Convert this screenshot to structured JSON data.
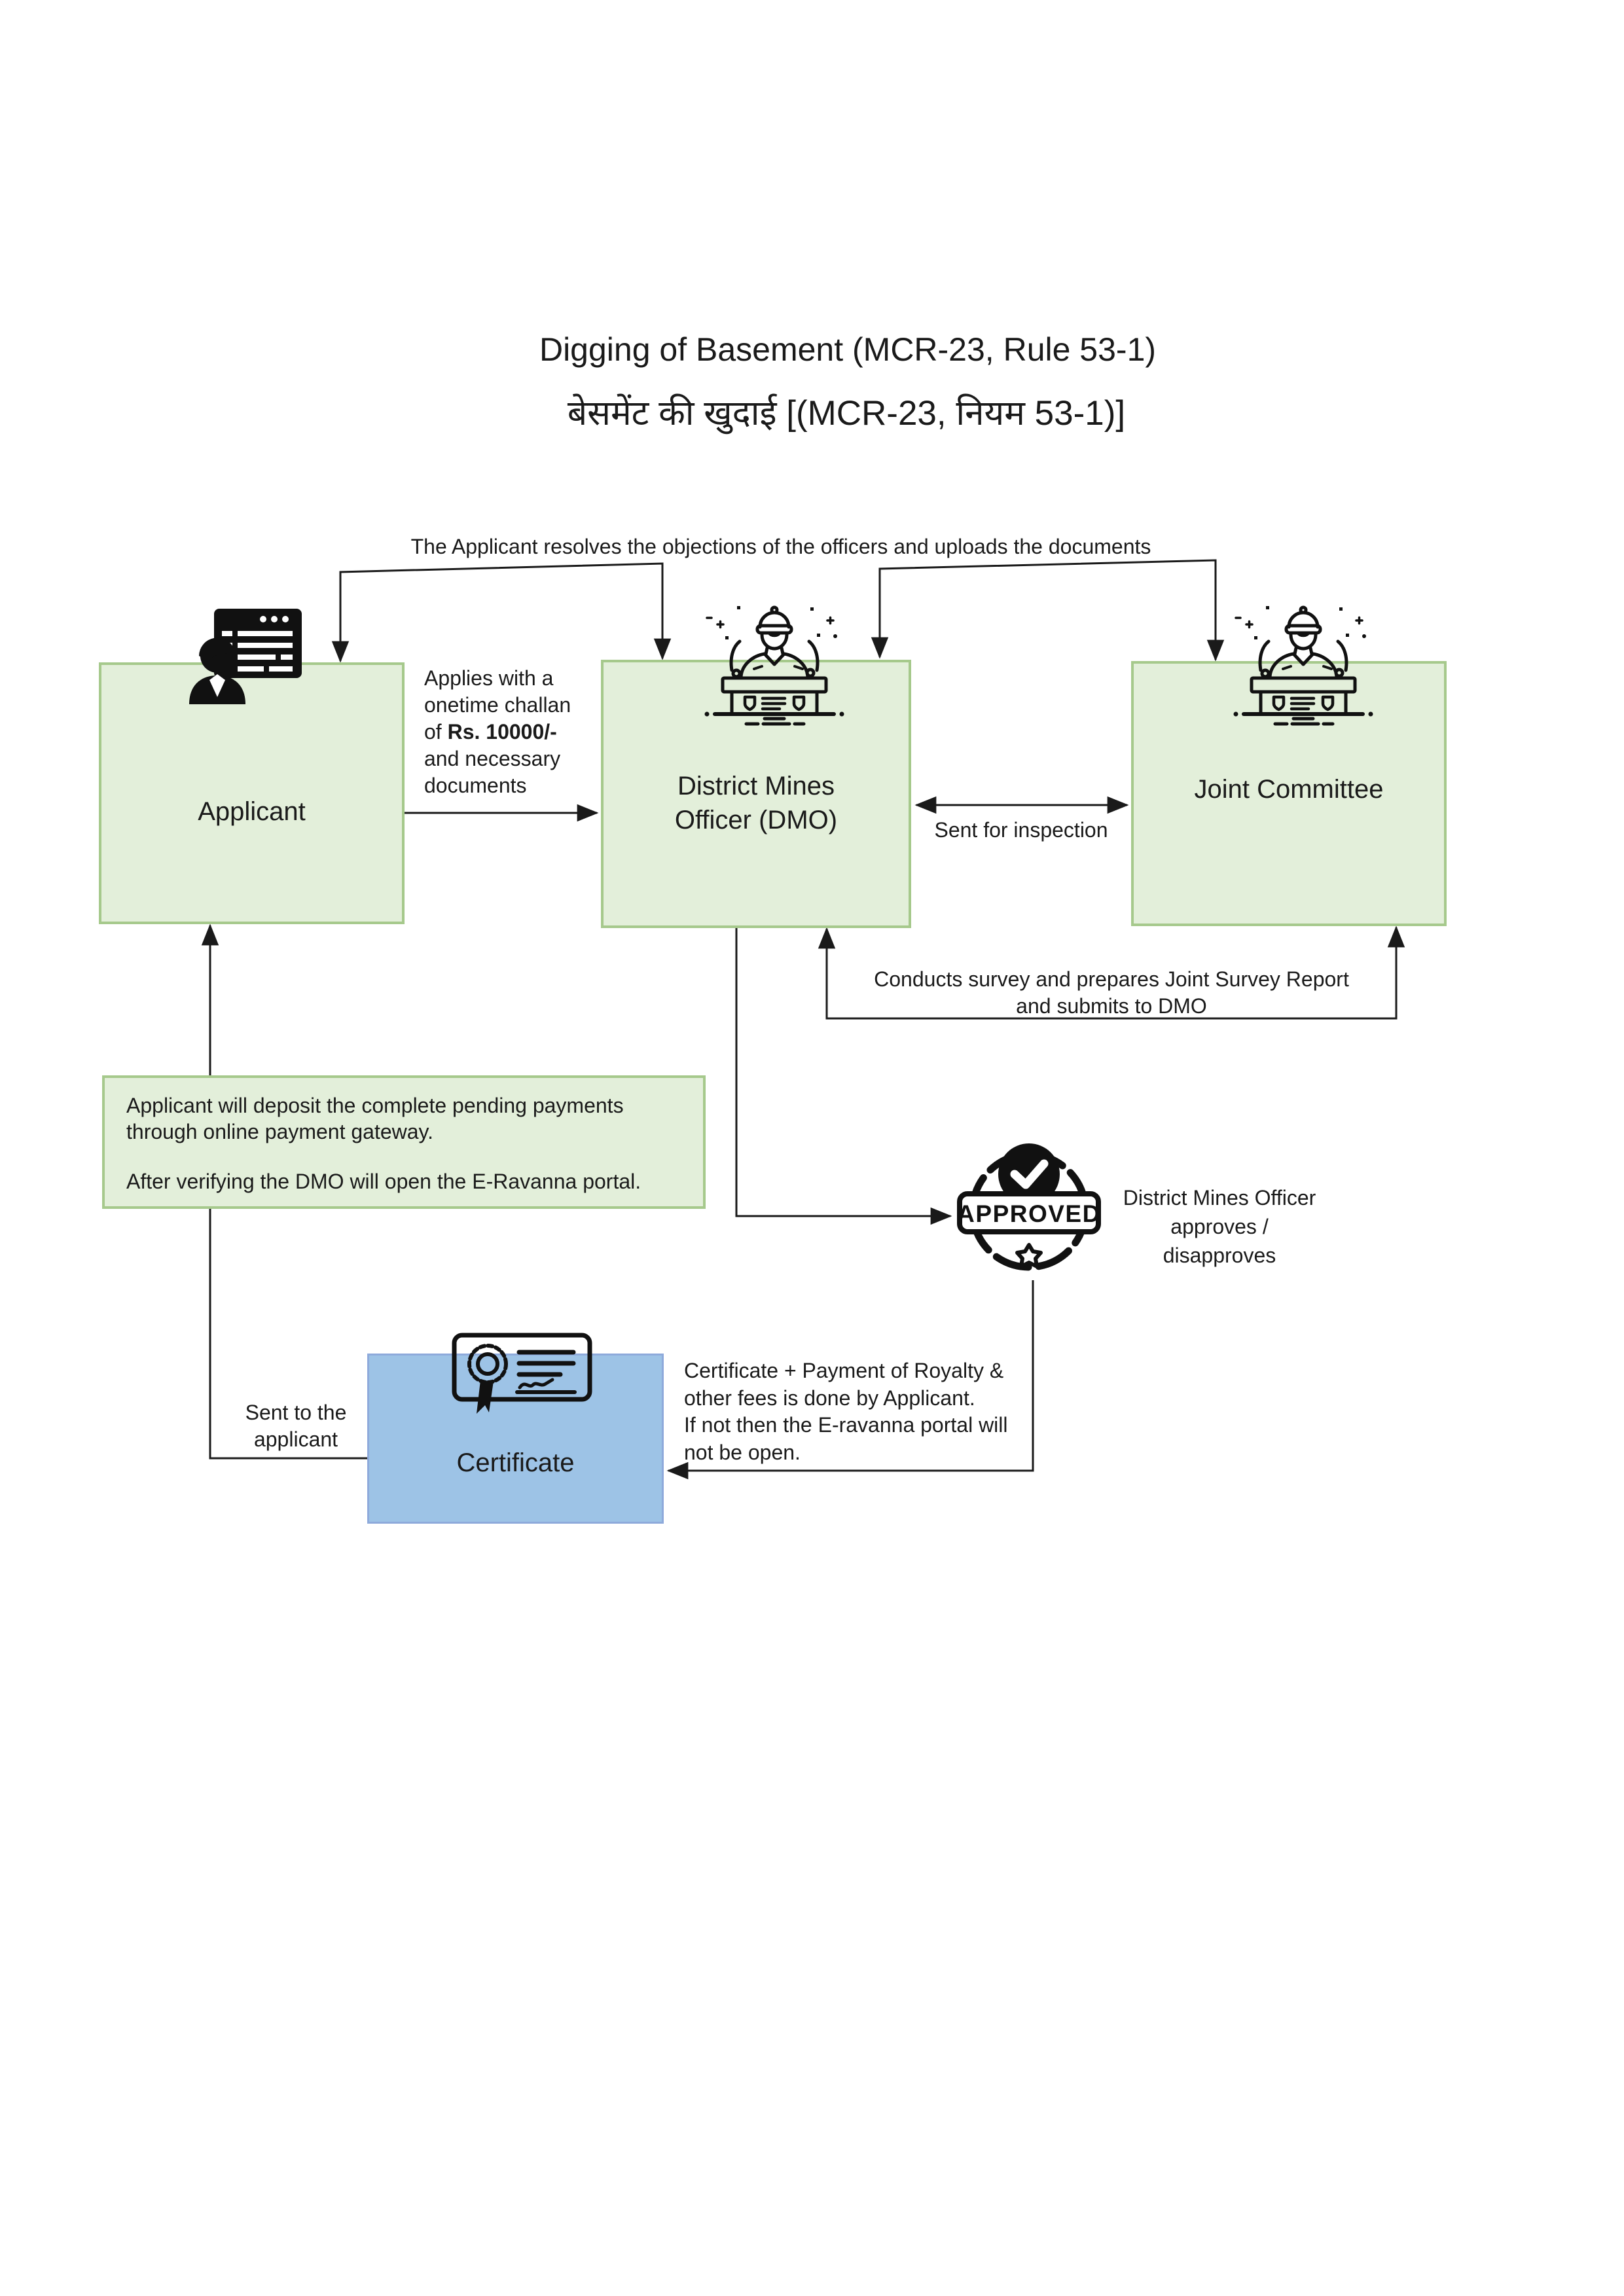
{
  "page": {
    "title_en": "Digging of Basement (MCR-23, Rule 53-1)",
    "title_hi": "बेसमेंट की खुदाई [(MCR-23, नियम 53-1)]"
  },
  "colors": {
    "node_fill_green": "#e3efda",
    "node_border_green": "#a6c98c",
    "node_fill_blue": "#9dc3e6",
    "node_border_blue": "#8eaadb",
    "line": "#1a1a1a"
  },
  "nodes": {
    "applicant": {
      "label": "Applicant"
    },
    "dmo": {
      "label_line1": "District Mines",
      "label_line2": "Officer (DMO)"
    },
    "joint_committee": {
      "label": "Joint Committee"
    },
    "certificate": {
      "label": "Certificate"
    },
    "info_box": {
      "line1": "Applicant will deposit the complete pending payments",
      "line2": "through online payment gateway.",
      "line3": "After verifying the DMO will open the E-Ravanna portal."
    }
  },
  "edges": {
    "resolve_note": "The Applicant resolves the objections of the officers and uploads the documents",
    "applies": {
      "line1": "Applies with a",
      "line2": "onetime challan",
      "line3_prefix": "of ",
      "line3_bold": "Rs. 10000/-",
      "line4": "and necessary",
      "line5": "documents"
    },
    "sent_for_inspection": "Sent for inspection",
    "survey": {
      "line1": "Conducts survey and prepares Joint Survey Report",
      "line2": "and submits to DMO"
    },
    "approval": {
      "line1": "District Mines Officer",
      "line2": "approves /",
      "line3": "disapproves"
    },
    "sent_to_applicant": {
      "line1": "Sent to the",
      "line2": "applicant"
    },
    "certificate_note": {
      "line1": "Certificate + Payment of Royalty &",
      "line2": "other fees is done by Applicant.",
      "line3": "If not then the E-ravanna portal will",
      "line4": "not be open."
    }
  },
  "stamp": {
    "label": "APPROVED"
  },
  "icons": {
    "applicant": "person-with-document-icon",
    "dmo": "officer-at-desk-icon",
    "joint_committee": "officer-at-desk-icon",
    "stamp": "approved-stamp-icon",
    "certificate": "certificate-icon"
  }
}
